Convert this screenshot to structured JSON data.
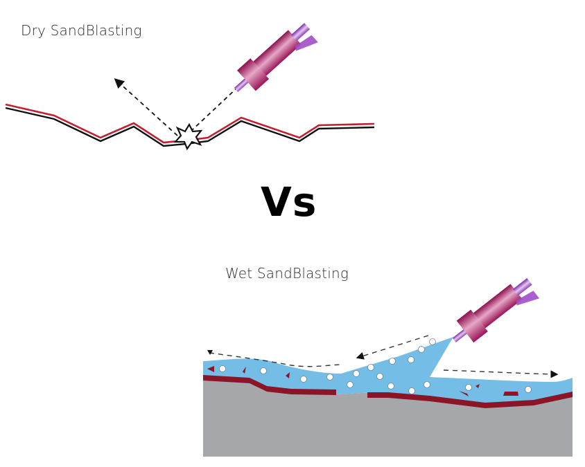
{
  "dry": {
    "title": "Dry SandBlasting"
  },
  "vs": {
    "label": "Vs"
  },
  "wet": {
    "title": "Wet SandBlasting"
  },
  "colors": {
    "nozzle": "#a0195e",
    "nozzle_highlight": "#e7a9c8",
    "tube": "#9b4fc0",
    "surface_red": "#c41f2e",
    "coating_dark_red": "#8b1426",
    "water": "#74bde6",
    "substrate": "#a6a7ab",
    "particle": "#ffffff"
  }
}
